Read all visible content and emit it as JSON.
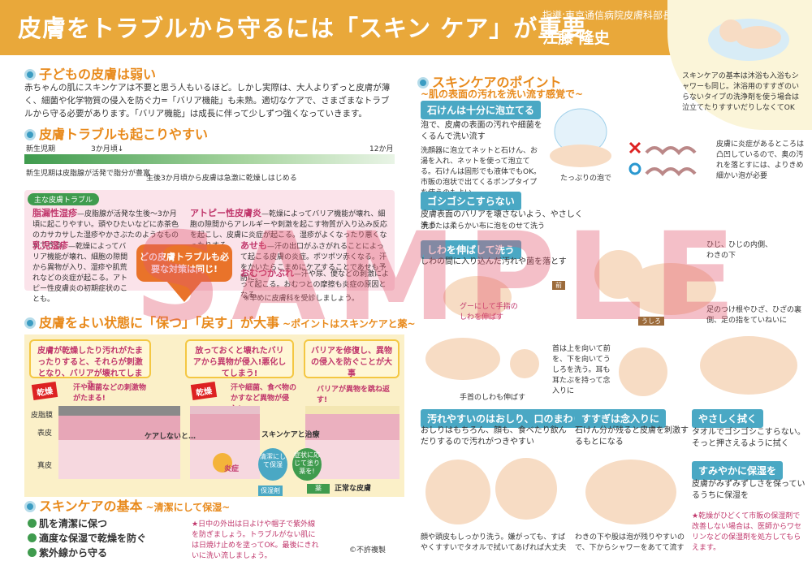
{
  "header": {
    "title": "皮膚をトラブルから守るには「スキン ケア」が重要",
    "supervisor": "指導:東京通信病院皮膚科部長",
    "author": "江藤 隆史"
  },
  "corner_note": "スキンケアの基本は沐浴も入浴もシャワーも同じ。沐浴用のすすぎのいらないタイプの洗浄剤を使う場合は泣立てたりすすいだりしなくてOK",
  "section1": {
    "heading": "子どもの皮膚は弱い",
    "body": "赤ちゃんの肌にスキンケアは不要と思う人もいるほど。しかし実際は、大人よりずっと皮膚が薄く、細菌や化学物質の侵入を防ぐ力=「バリア機能」も未熟。適切なケアで、さまざまなトラブルから守る必要があります。「バリア機能」は成長に伴って少しずつ強くなっていきます。"
  },
  "section2": {
    "heading": "皮膚トラブルも起こりやすい",
    "timeline": {
      "newborn": "新生児期",
      "m3": "3か月頃↓",
      "m12": "12か月",
      "note1": "新生児期は皮脂腺が活発で脂分が豊富",
      "note2": "生後3か月頃から皮膚は急激に乾燥しはじめる"
    },
    "box_tag": "主な皮膚トラブル",
    "troubles": [
      {
        "name": "脂漏性湿疹",
        "desc": "—皮脂腺が活発な生後〜3か月頃に起こりやすい。頭やひたいなどに赤茶色のカサカサした湿疹やかさぶたのようなものができる。"
      },
      {
        "name": "アトピー性皮膚炎",
        "desc": "—乾燥によってバリア機能が壊れ、細胞の隙間からアレルギーや刺激を起こす物質が入り込み反応を起こし、皮膚に炎症が起こる。湿疹がよくなったり悪くなったりする。"
      },
      {
        "name": "乳児湿疹",
        "desc": "—乾燥によってバリア機能が壊れ、細胞の隙間から異物が入り、湿疹や肌荒れなどの炎症が起こる。アトピー性皮膚炎の初期症状のことも。"
      },
      {
        "name": "あせも",
        "desc": "—汗の出口がふさがれることによって起こる皮膚の炎症。ポツポツ赤くなる。汗をかいたらこまめにケアすることであせも予防に。"
      },
      {
        "name": "おむつかぶれ",
        "desc": "—汗や尿、便などの刺激によって起こる。おむつとの摩擦も炎症の原因となる。"
      }
    ],
    "callout": "どの皮膚トラブルも必要な対策は同じ!",
    "footnote": "※早めに皮膚科を受診しましょう。"
  },
  "section3": {
    "heading": "皮膚をよい状態に「保つ」「戻す」が大事",
    "subheading": "~ポイントはスキンケアと薬~",
    "card1": "皮膚が乾燥したり汚れがたまったりすると、それらが刺激となり、バリアが壊れてしまう",
    "card2": "放っておくと壊れたバリアから異物が侵入!悪化してしまう!",
    "card3": "バリアを修復し、異物の侵入を防ぐことが大事",
    "kanso": "乾燥",
    "plus1": "汗や細菌などの刺激物がたまる!",
    "plus2": "汗や細菌、食べ物のかすなど異物が侵入!",
    "reflect": "バリアが異物を跳ね返す!",
    "layer_top": "皮脂膜",
    "layer_mid": "表皮",
    "layer_bottom": "真皮",
    "arrow1": "ケアしないと…",
    "arrow2": "スキンケアと治療",
    "clean_label": "清潔にして保湿",
    "med_label": "症状に応じて塗り薬を!",
    "med_tag": "薬",
    "moist_tag": "保湿剤",
    "inflam": "炎症",
    "normal": "正常な皮膚"
  },
  "section4": {
    "heading": "スキンケアの基本",
    "subheading": "~清潔にして保湿~",
    "items": [
      "肌を清潔に保つ",
      "適度な保湿で乾燥を防ぐ",
      "紫外線から守る"
    ],
    "uv_note": "★日中の外出は日よけや帽子で紫外線を防ぎましょう。トラブルがない肌には日焼け止めを塗ってOK。最後にきれいに洗い流しましょう。",
    "copyright": "©不許複製"
  },
  "points": {
    "heading": "スキンケアのポイント",
    "subheading": "~肌の表面の汚れを洗い流す感覚で~",
    "p1_title": "石けんは十分に泡立てる",
    "p1_text": "泡で、皮膚の表面の汚れや細菌をくるんで洗い流す",
    "p1_small": "洗顔器に泡立てネットと石けん、お湯を入れ、ネットを使って泡立てる。石けんは固形でも液体でもOK。市販の泡状で出てくるポンプタイプを使うのもよい",
    "p1_foam": "たっぷりの泡で",
    "p1_compare": "皮膚に炎症があるところは凸凹しているので、奥の汚れを落とすには、よりきめ細かい泡が必要",
    "p2_title": "ゴシゴシこすらない",
    "p2_text": "皮膚表面のバリアを壊さないよう、やさしく洗う",
    "p2_small": "手または柔らかい布に泡をのせて洗う",
    "p3_title": "しわを伸ばして洗う",
    "p3_text": "しわの間に入り込んだ汚れや菌を落とす",
    "p3_goo": "グーにして手指のしわを伸ばす",
    "p3_front": "前",
    "p3_back": "うしろ",
    "p3_elbow": "ひじ、ひじの内側、わきの下",
    "p3_leg": "足のつけ根やひざ、ひざの裏側、足の指をていねいに",
    "p3_neck": "首は上を向いて前を、下を向いてうしろを洗う。耳も耳たぶを持って念入りに",
    "p3_wrist": "手首のしわも伸ばす",
    "p4_title": "汚れやすいのはおしり、口のまわり、頭皮",
    "p4_text": "おしりはもちろん、顔も、食べたり飲んだりするので汚れがつきやすい",
    "p4_caption": "顔や頭皮もしっかり洗う。嫌がっても、すばやくすすいでタオルで拭いてあげれば大丈夫",
    "p5_title": "すすぎは念入りに",
    "p5_text": "石けん分が残ると皮膚を刺激するもとになる",
    "p5_caption": "わきの下や股は泡が残りやすいので、下からシャワーをあてて流す",
    "p6_title": "やさしく拭く",
    "p6_text": "タオルでゴシゴシこすらない。そっと押さえるように拭く",
    "p7_title": "すみやかに保湿を",
    "p7_text": "皮膚がみずみずしさを保っているうちに保湿を",
    "p7_note": "★乾燥がひどくて市販の保湿剤で改善しない場合は、医師からワセリンなどの保湿剤を処方してもらえます。"
  },
  "watermark": "SAMPLE",
  "colors": {
    "banner": "#e9a83a",
    "accent_orange": "#e88a1c",
    "teal": "#4aa8c4",
    "pink": "#c0366b"
  }
}
